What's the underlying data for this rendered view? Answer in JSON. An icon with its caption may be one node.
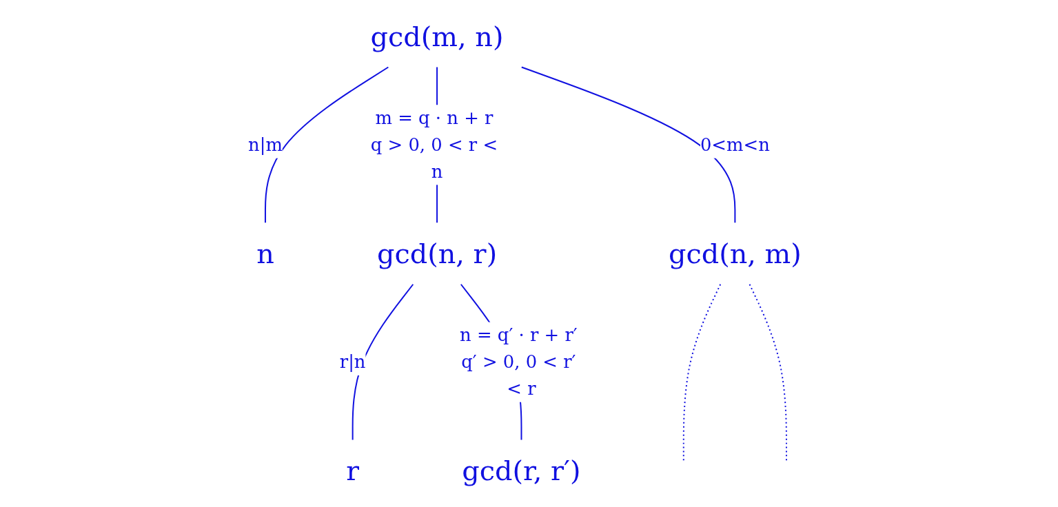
{
  "diagram": {
    "nodes": [
      {
        "text": [
          "gcd(m, n)"
        ]
      },
      {
        "text": [
          "n"
        ]
      },
      {
        "text": [
          "gcd(n, r)"
        ]
      },
      {
        "text": [
          "gcd(n, m)"
        ]
      },
      {
        "text": [
          "r"
        ]
      },
      {
        "text": [
          "gcd(r, r′)"
        ]
      }
    ],
    "edges": [
      {
        "from": 0,
        "to": 1,
        "arrow": "none",
        "label": "n|m"
      },
      {
        "from": 0,
        "to": 2,
        "arrow": "none",
        "label": "m = q · n + r q > 0, 0 < r < n"
      },
      {
        "from": 0,
        "to": 3,
        "arrow": "none",
        "label": "0<m<n"
      },
      {
        "from": 2,
        "to": 4,
        "arrow": "none",
        "label": "r|n"
      },
      {
        "from": 2,
        "to": 5,
        "arrow": "none",
        "label": "n = q′ · r + r′ q′ > 0, 0 < r′ < r"
      },
      {
        "from": 3,
        "to": null,
        "arrow": "none",
        "style": "dashed"
      },
      {
        "from": 3,
        "to": null,
        "arrow": "none",
        "style": "dashed"
      }
    ]
  }
}
